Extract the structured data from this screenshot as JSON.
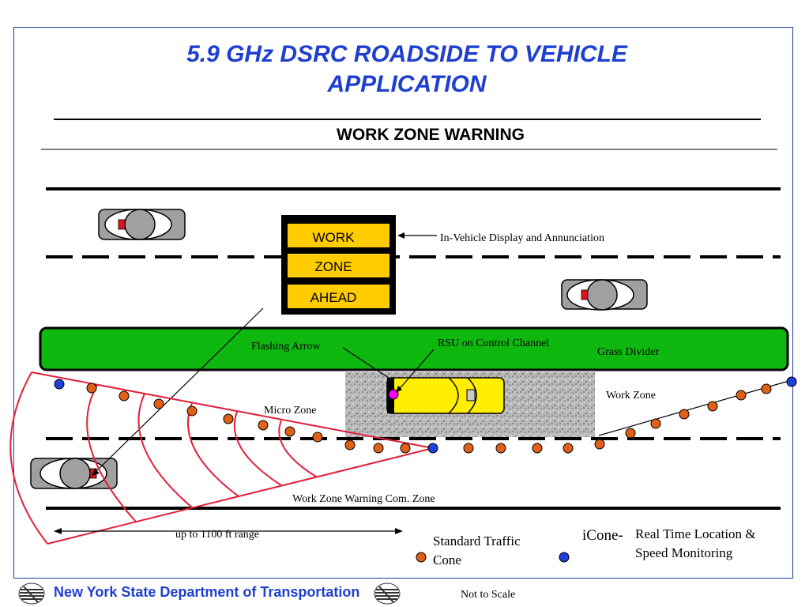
{
  "title": "5.9 GHz DSRC ROADSIDE TO VEHICLE APPLICATION",
  "subtitle": "WORK ZONE WARNING",
  "sign": {
    "lines": [
      "WORK",
      "ZONE",
      "AHEAD"
    ],
    "color": "#ffcc00"
  },
  "labels": {
    "in_vehicle_display": "In-Vehicle Display and Annunciation",
    "flashing_arrow": "Flashing Arrow",
    "rsu": "RSU on Control Channel",
    "grass_divider": "Grass Divider",
    "work_zone": "Work Zone",
    "micro_zone": "Micro Zone",
    "com_zone": "Work Zone Warning Com. Zone",
    "range": "up to 1100 ft range"
  },
  "legend": {
    "standard_cone": "Standard Traffic Cone",
    "icone_prefix": "iCone-",
    "icone_desc": "Real Time Location & Speed Monitoring"
  },
  "colors": {
    "title_blue": "#1f3fcf",
    "cone_orange": "#e0601a",
    "icone_blue": "#1e3fd8",
    "grass_green": "#0fb80f",
    "range_red": "#e0203a",
    "vehicle_yellow": "#ffee00",
    "rsu_magenta": "#ff00ff"
  },
  "footer": {
    "organization": "New York State Department of Transportation",
    "note": "Not to Scale"
  }
}
